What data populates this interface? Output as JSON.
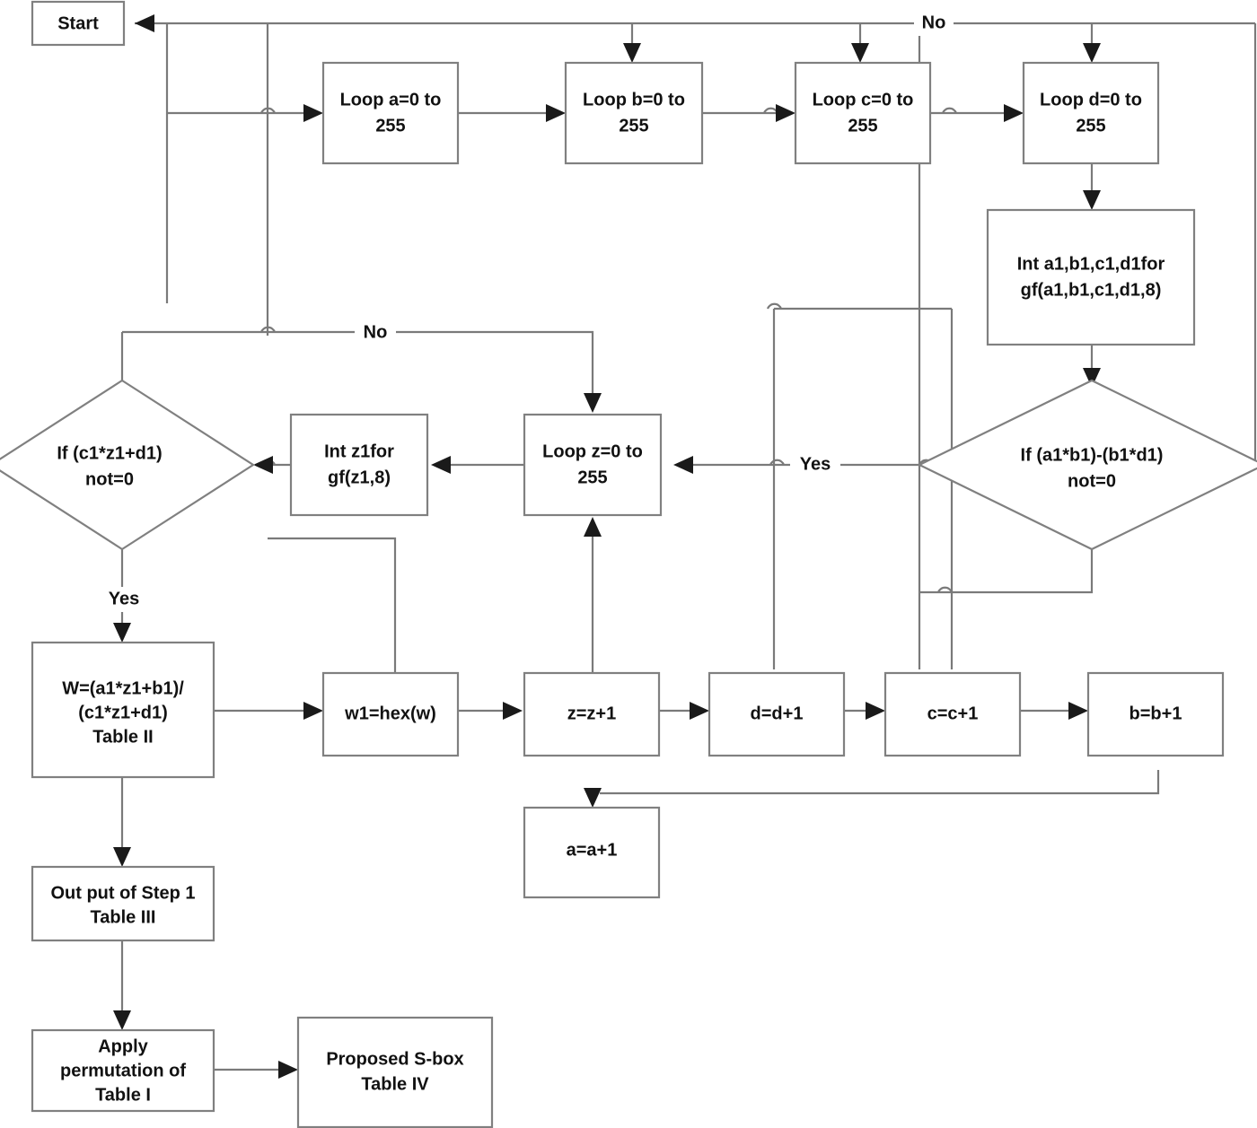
{
  "diagram": {
    "title": "S-box generation flowchart",
    "stroke_color": "#808080",
    "text_color": "#111111",
    "background": "#ffffff",
    "nodes": [
      {
        "id": "start",
        "shape": "rect",
        "lines": [
          "Start"
        ]
      },
      {
        "id": "loop-a",
        "shape": "rect",
        "lines": [
          "Loop a=0 to",
          "255"
        ]
      },
      {
        "id": "loop-b",
        "shape": "rect",
        "lines": [
          "Loop b=0 to",
          "255"
        ]
      },
      {
        "id": "loop-c",
        "shape": "rect",
        "lines": [
          "Loop c=0 to",
          "255"
        ]
      },
      {
        "id": "loop-d",
        "shape": "rect",
        "lines": [
          "Loop d=0 to",
          "255"
        ]
      },
      {
        "id": "int-abcd",
        "shape": "rect",
        "lines": [
          "Int a1,b1,c1,d1for",
          "gf(a1,b1,c1,d1,8)"
        ]
      },
      {
        "id": "if-ab-bd",
        "shape": "diamond",
        "lines": [
          "If (a1*b1)-(b1*d1)",
          "not=0"
        ]
      },
      {
        "id": "loop-z",
        "shape": "rect",
        "lines": [
          "Loop z=0 to",
          "255"
        ]
      },
      {
        "id": "int-z1",
        "shape": "rect",
        "lines": [
          "Int z1for",
          "gf(z1,8)"
        ]
      },
      {
        "id": "if-cz-d",
        "shape": "diamond",
        "lines": [
          "If (c1*z1+d1)",
          "not=0"
        ]
      },
      {
        "id": "w-calc",
        "shape": "rect",
        "lines": [
          "W=(a1*z1+b1)/",
          "(c1*z1+d1)",
          "Table II"
        ]
      },
      {
        "id": "w1-hex",
        "shape": "rect",
        "lines": [
          "w1=hex(w)"
        ]
      },
      {
        "id": "z-inc",
        "shape": "rect",
        "lines": [
          "z=z+1"
        ]
      },
      {
        "id": "d-inc",
        "shape": "rect",
        "lines": [
          "d=d+1"
        ]
      },
      {
        "id": "c-inc",
        "shape": "rect",
        "lines": [
          "c=c+1"
        ]
      },
      {
        "id": "b-inc",
        "shape": "rect",
        "lines": [
          "b=b+1"
        ]
      },
      {
        "id": "a-inc",
        "shape": "rect",
        "lines": [
          "a=a+1"
        ]
      },
      {
        "id": "out-step1",
        "shape": "rect",
        "lines": [
          "Out put of Step 1",
          "Table III"
        ]
      },
      {
        "id": "apply-perm",
        "shape": "rect",
        "lines": [
          "Apply",
          "permutation of",
          "Table I"
        ]
      },
      {
        "id": "sbox",
        "shape": "rect",
        "lines": [
          "Proposed S-box",
          "Table IV"
        ]
      }
    ],
    "edge_labels": [
      {
        "id": "no-top",
        "text": "No"
      },
      {
        "id": "no-left",
        "text": "No"
      },
      {
        "id": "yes-mid",
        "text": "Yes"
      },
      {
        "id": "yes-left",
        "text": "Yes"
      }
    ]
  }
}
